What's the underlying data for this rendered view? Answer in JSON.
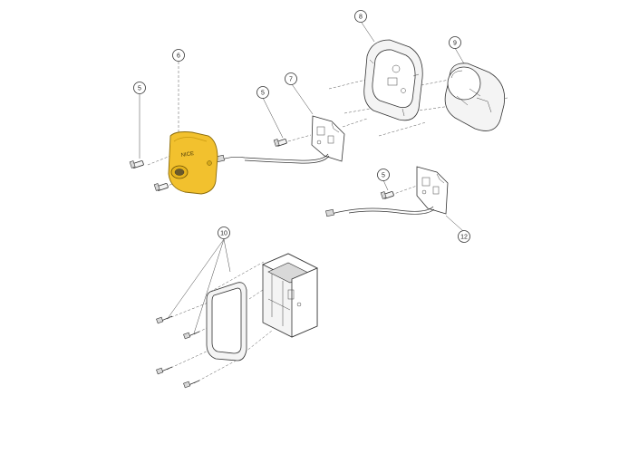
{
  "diagram": {
    "accent_color": "#f2c12e",
    "callouts": [
      {
        "id": "c8",
        "label": "8"
      },
      {
        "id": "c9",
        "label": "9"
      },
      {
        "id": "c6",
        "label": "6"
      },
      {
        "id": "c5a",
        "label": "5"
      },
      {
        "id": "c5b",
        "label": "5"
      },
      {
        "id": "c7",
        "label": "7"
      },
      {
        "id": "c5c",
        "label": "5"
      },
      {
        "id": "c12",
        "label": "12"
      },
      {
        "id": "c10",
        "label": "10"
      }
    ],
    "cover_logo_text": "NICE",
    "parts": [
      "yellow-cover",
      "cover-screws",
      "reader-board-wired",
      "wall-base-ring",
      "round-housing",
      "second-reader-board-wired",
      "mounting-box",
      "box-front-cover",
      "box-screws"
    ]
  }
}
